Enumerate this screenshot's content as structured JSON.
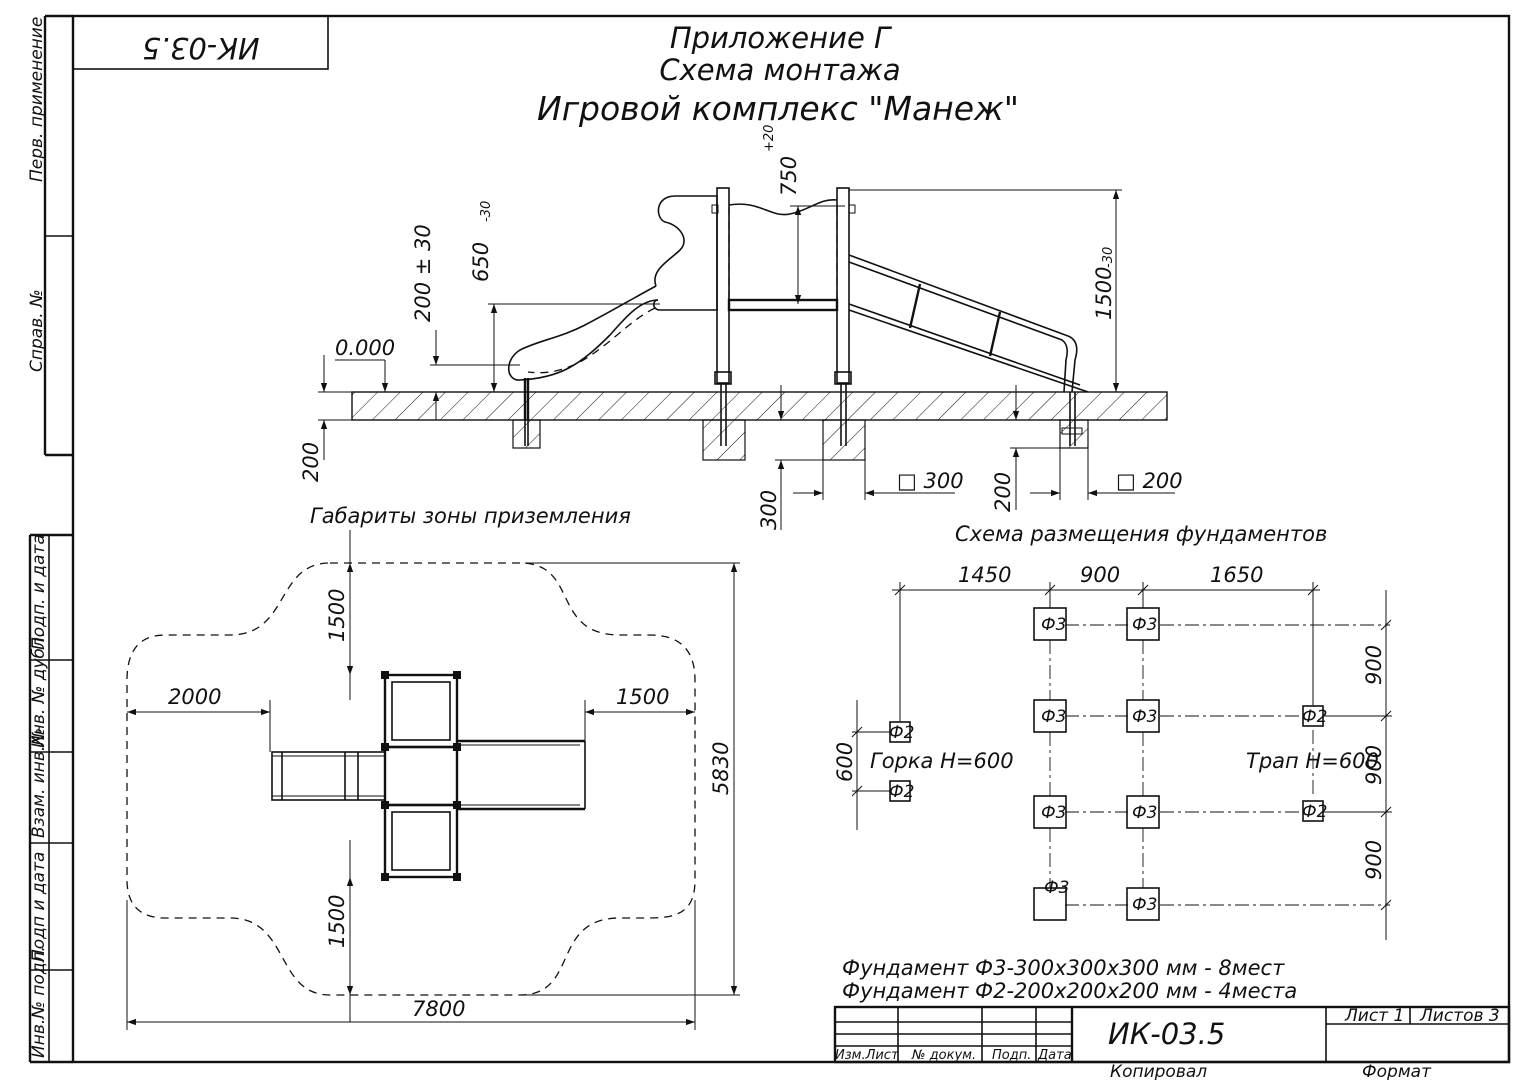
{
  "stamp_code": "ИК-03.5",
  "title": {
    "line1": "Приложение Г",
    "line2": "Схема монтажа",
    "line3": "Игровой комплекс \"Манеж\""
  },
  "side_labels": {
    "perv_primenenie": "Перв. применение",
    "sprav_no": "Справ. №",
    "podp_i_data_1": "Подп. и дата",
    "inv_no_dubl": "Инв. № дубл.",
    "vzam_inv_no": "Взам. инв.№",
    "podp_i_data_2": "Подп и дата",
    "inv_no_podl": "Инв.№ подл."
  },
  "elevation": {
    "zero_mark": "0.000",
    "dim_200_pm30": "200 ± 30",
    "dim_650": "650",
    "dim_650_tol": "-30",
    "dim_750": "750",
    "dim_750_tol": "+20",
    "dim_1500": "1500",
    "dim_1500_tol": "-30",
    "dim_200_left": "200",
    "dim_300": "300",
    "dim_sq300": "□ 300",
    "dim_200_right": "200",
    "dim_sq200": "□ 200"
  },
  "landing_zone": {
    "title": "Габариты зоны приземления",
    "dim_1500_top": "1500",
    "dim_2000": "2000",
    "dim_1500_right": "1500",
    "dim_5830": "5830",
    "dim_1500_bottom": "1500",
    "dim_7800": "7800"
  },
  "foundation_plan": {
    "title": "Схема размещения фундаментов",
    "dim_1450": "1450",
    "dim_900_top": "900",
    "dim_1650": "1650",
    "dim_900_r1": "900",
    "dim_900_r2": "900",
    "dim_900_r3": "900",
    "dim_600": "600",
    "label_slide": "Горка H=600",
    "label_ramp": "Трап H=600",
    "f3": "Ф3",
    "f2": "Ф2"
  },
  "notes": {
    "line1": "Фундамент Ф3-300х300х300 мм - 8мест",
    "line2": "Фундамент Ф2-200х200х200 мм - 4места"
  },
  "title_block": {
    "code": "ИК-03.5",
    "col_izm_list": "Изм.Лист",
    "col_dokum": "№ докум.",
    "col_podp": "Подп.",
    "col_data": "Дата",
    "sheet": "Лист 1",
    "sheets": "Листов 3",
    "kopiroval": "Копировал",
    "format": "Формат"
  }
}
